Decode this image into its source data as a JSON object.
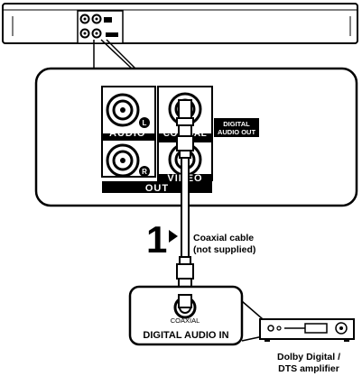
{
  "panel": {
    "audio_label": "AUDIO",
    "left_badge": "L",
    "right_badge": "R",
    "coaxial_label": "COAXIAL",
    "digital_audio_out": [
      "DIGITAL",
      "AUDIO OUT"
    ],
    "video_label": "VIDEO",
    "out_label": "OUT"
  },
  "step": {
    "number": "1",
    "cable_label": [
      "Coaxial cable",
      "(not supplied)"
    ]
  },
  "receiver_box": {
    "coaxial_label": "COAXIAL",
    "digital_audio_in": "DIGITAL AUDIO IN"
  },
  "amplifier": {
    "caption": [
      "Dolby Digital /",
      "DTS amplifier"
    ]
  }
}
